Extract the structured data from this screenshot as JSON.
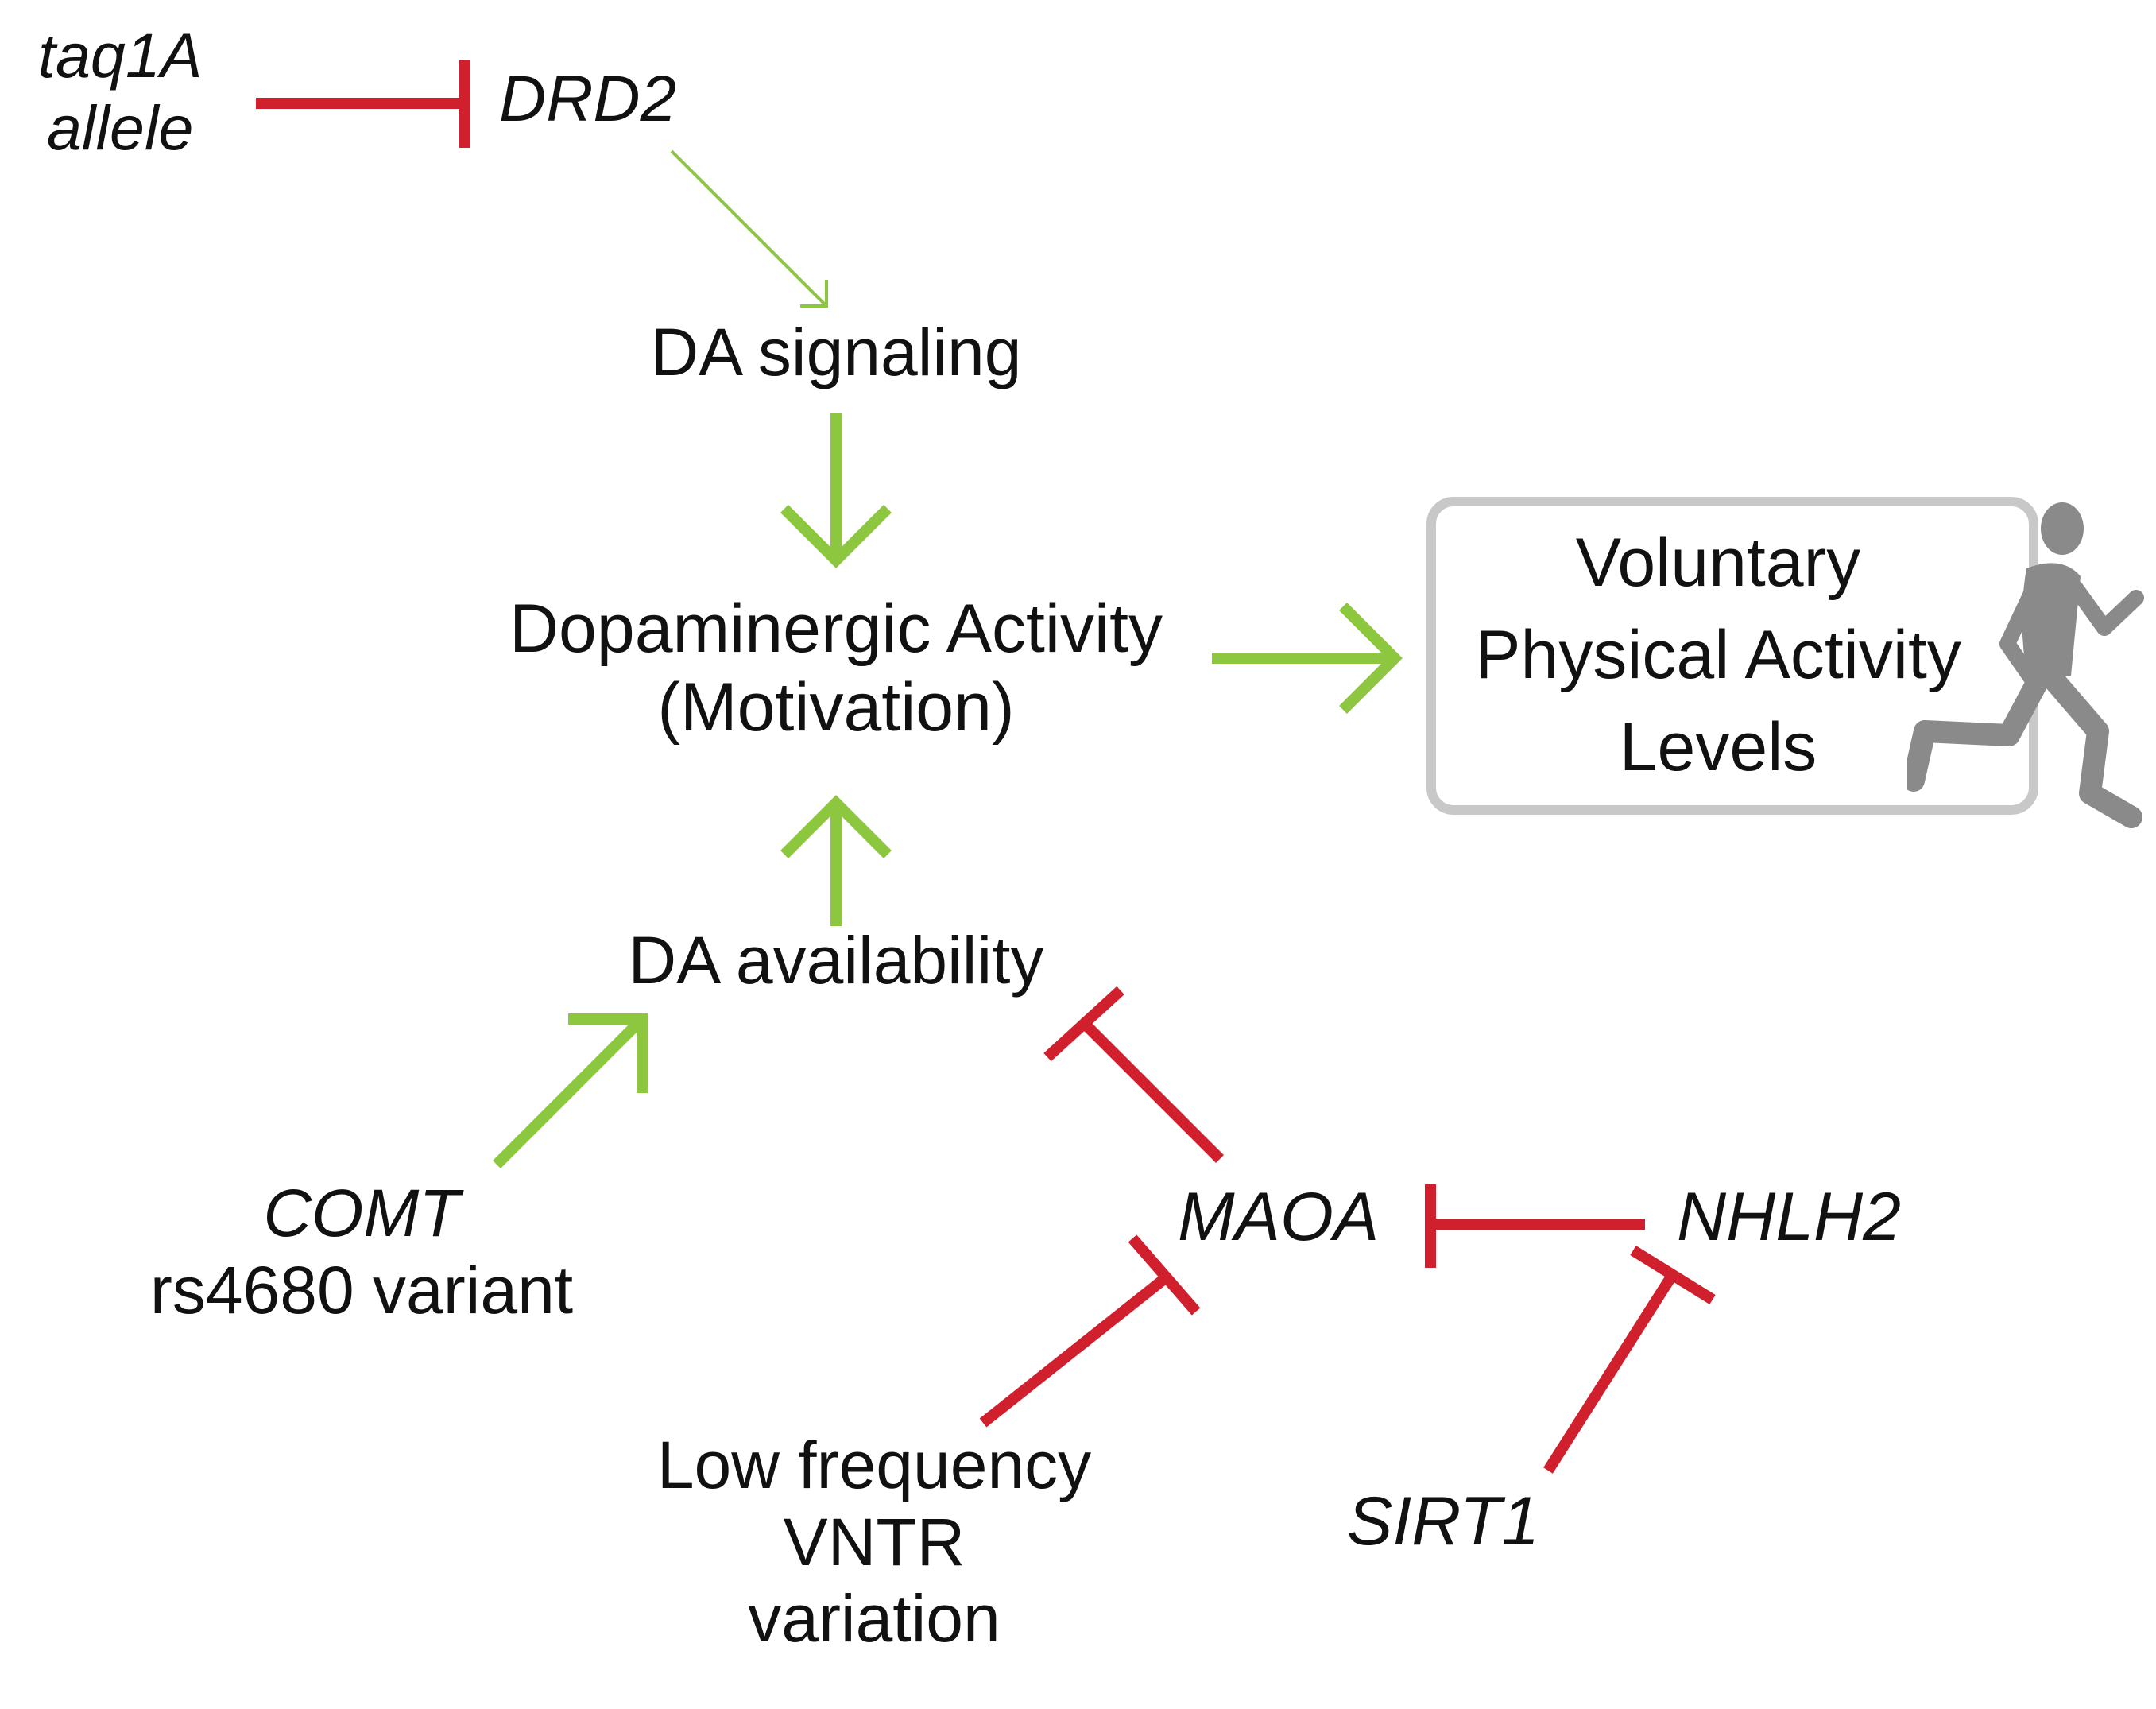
{
  "nodes": {
    "taq1a_line1": "taq1A",
    "taq1a_line2": "allele",
    "drd2": "DRD2",
    "da_signaling": "DA signaling",
    "dopaminergic_line1": "Dopaminergic Activity",
    "dopaminergic_line2": "(Motivation)",
    "voluntary_line1": "Voluntary",
    "voluntary_line2": "Physical Activity",
    "voluntary_line3": "Levels",
    "da_availability": "DA availability",
    "comt_line1": "COMT",
    "comt_line2": "rs4680 variant",
    "maoa": "MAOA",
    "nhlh2": "NHLH2",
    "vntr_line1": "Low frequency",
    "vntr_line2": "VNTR",
    "vntr_line3": "variation",
    "sirt1": "SIRT1"
  },
  "edges": [
    {
      "from": "taq1A allele",
      "to": "DRD2",
      "type": "inhibition"
    },
    {
      "from": "DRD2",
      "to": "DA signaling",
      "type": "activation"
    },
    {
      "from": "DA signaling",
      "to": "Dopaminergic Activity",
      "type": "activation"
    },
    {
      "from": "Dopaminergic Activity",
      "to": "Voluntary Physical Activity Levels",
      "type": "activation"
    },
    {
      "from": "DA availability",
      "to": "Dopaminergic Activity",
      "type": "activation"
    },
    {
      "from": "COMT rs4680 variant",
      "to": "DA availability",
      "type": "activation"
    },
    {
      "from": "MAOA",
      "to": "DA availability",
      "type": "inhibition"
    },
    {
      "from": "NHLH2",
      "to": "MAOA",
      "type": "inhibition"
    },
    {
      "from": "Low frequency VNTR variation",
      "to": "MAOA",
      "type": "inhibition"
    },
    {
      "from": "SIRT1",
      "to": "NHLH2",
      "type": "inhibition"
    }
  ],
  "colors": {
    "activation": "#8dc63f",
    "inhibition": "#d0202e",
    "box_border": "#c8c8c8",
    "runner": "#8a8a8a",
    "text": "#111111"
  },
  "icons": {
    "runner": "running-person-icon"
  }
}
